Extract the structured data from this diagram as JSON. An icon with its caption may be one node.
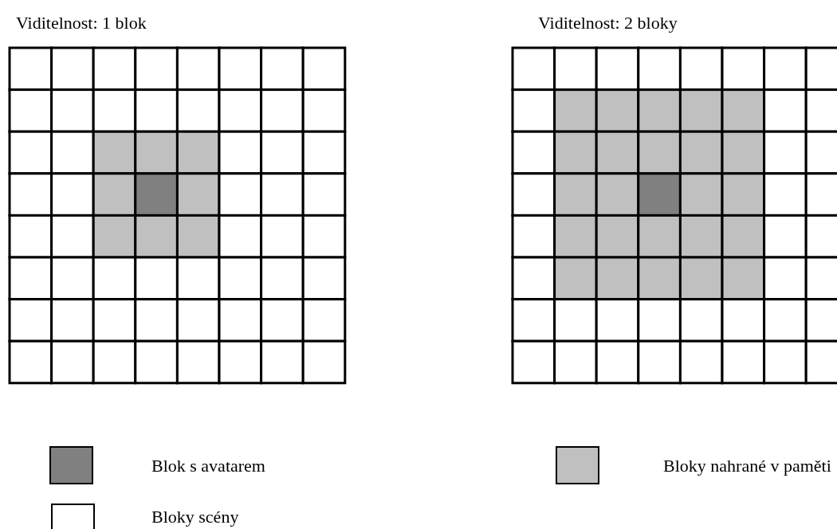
{
  "diagram": {
    "nodes": [
      {
        "text": [
          "Viditelnost: 1 blok"
        ]
      },
      {
        "text": [
          "Viditelnost: 2 bloky"
        ]
      }
    ],
    "legend": [
      {
        "text": "Blok s avatarem",
        "color": "#808080"
      },
      {
        "text": "Bloky nahrané v paměti",
        "color": "#c0c0c0"
      },
      {
        "text": "Bloky scény",
        "color": "#ffffff"
      }
    ]
  }
}
